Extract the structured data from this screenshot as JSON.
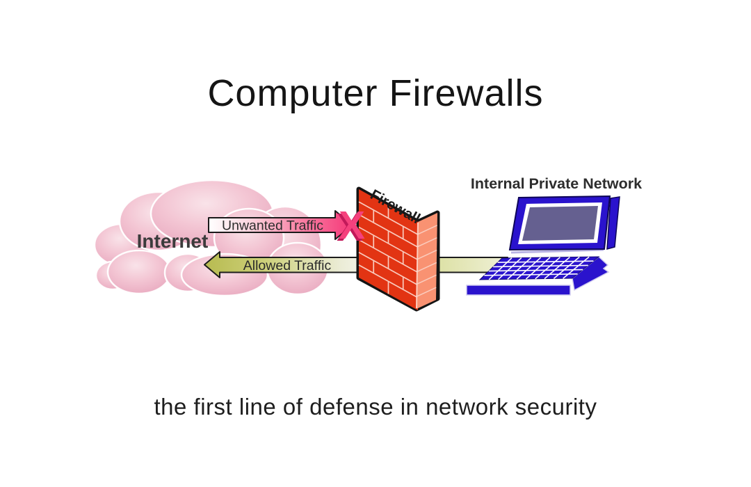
{
  "title": "Computer Firewalls",
  "subtitle": "the first line of defense in network security",
  "diagram": {
    "internet": {
      "label": "Internet"
    },
    "firewall": {
      "label": "Firewall"
    },
    "network": {
      "label": "Internal Private Network"
    },
    "arrows": {
      "unwanted": {
        "label": "Unwanted Traffic"
      },
      "allowed": {
        "label": "Allowed Traffic"
      }
    },
    "blocked_icon": "X",
    "colors": {
      "cloud_pink": "#f2c3d2",
      "unwanted_pink": "#f63c7b",
      "allowed_olive": "#b7bb50",
      "wall_red": "#f23f1e",
      "laptop_blue": "#2a13cd",
      "screen_purple": "#656090"
    }
  }
}
